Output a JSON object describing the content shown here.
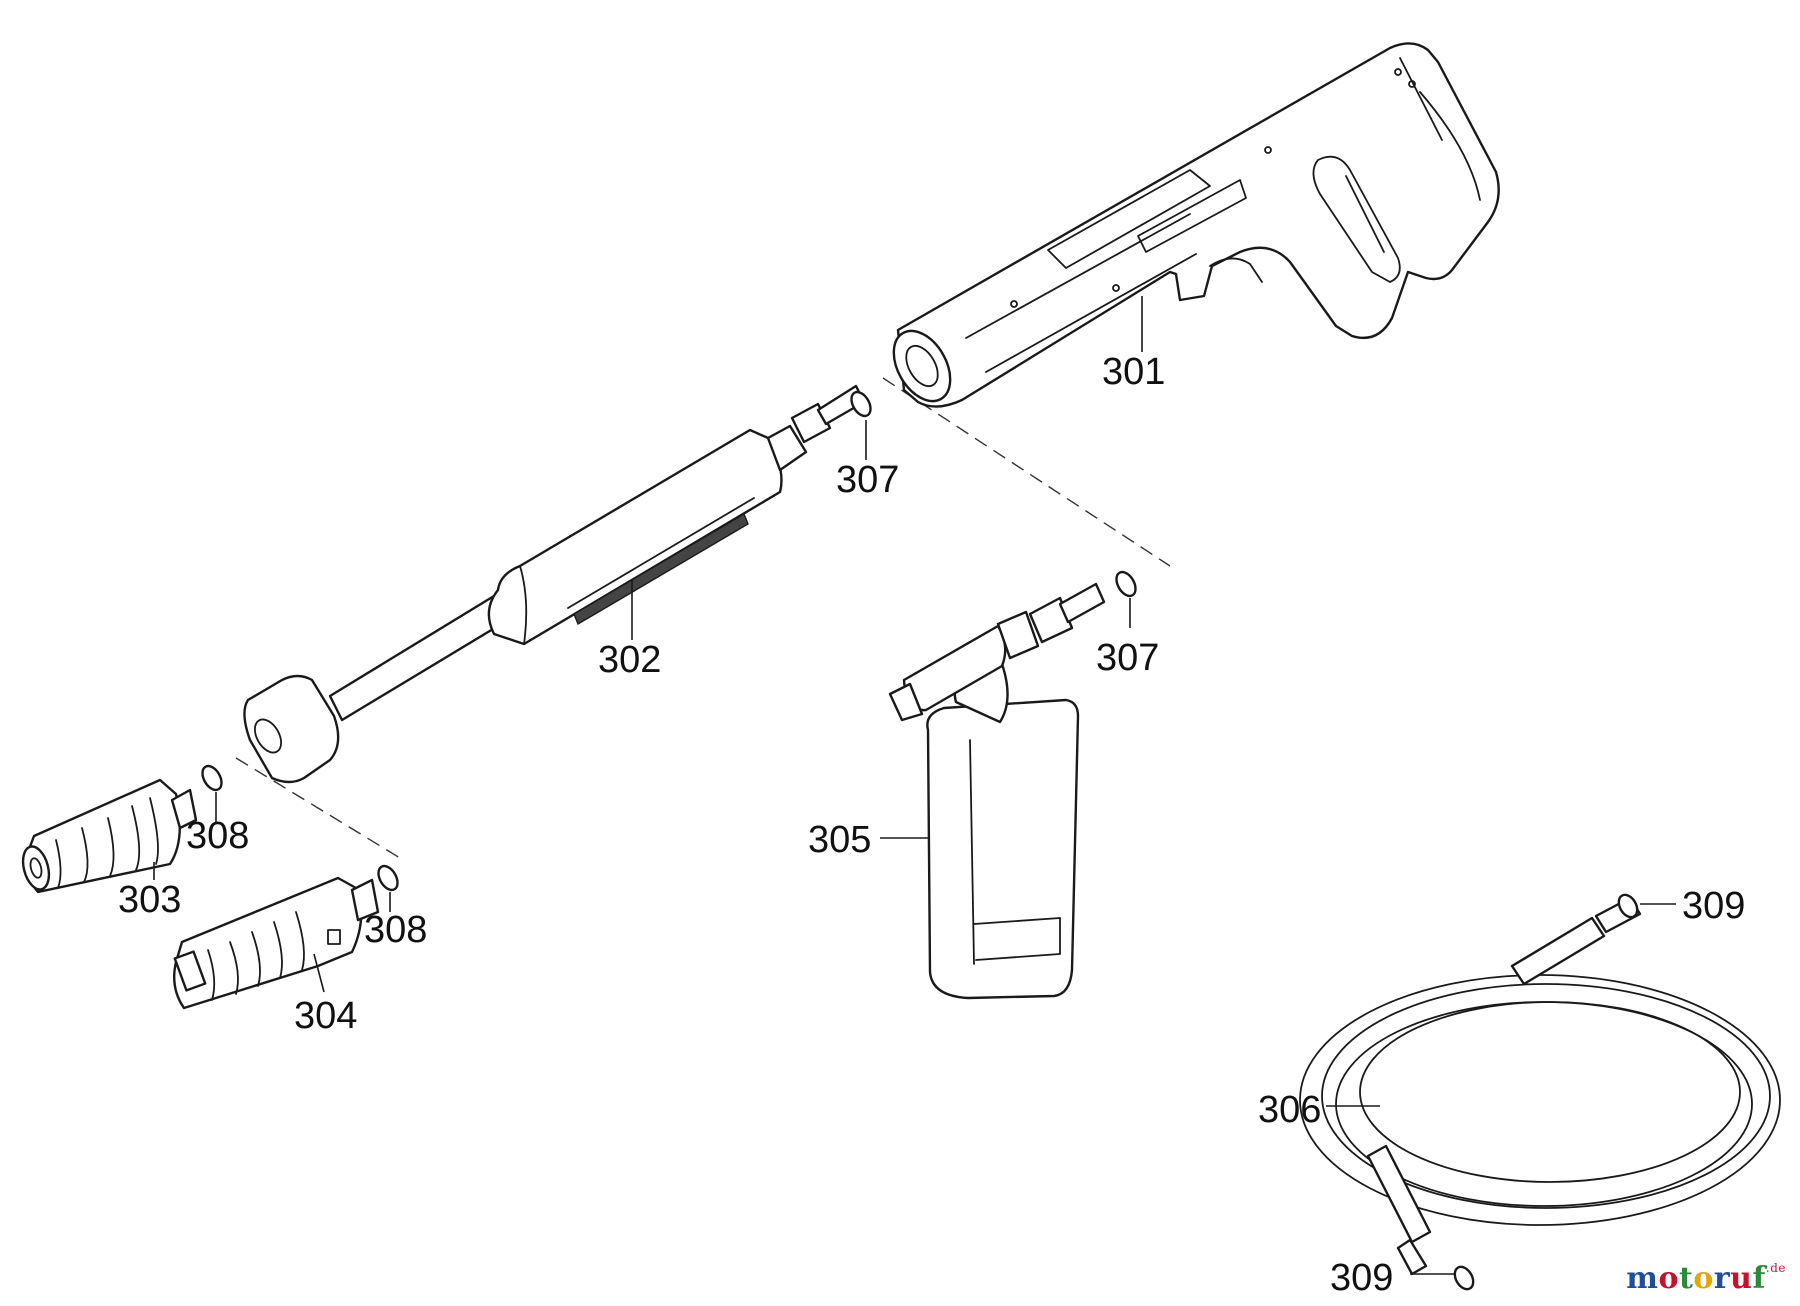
{
  "parts": [
    {
      "id": "301",
      "label": "301",
      "icon": "spray-gun-handle-icon"
    },
    {
      "id": "302",
      "label": "302",
      "icon": "spray-lance-icon"
    },
    {
      "id": "303",
      "label": "303",
      "icon": "rotary-nozzle-icon"
    },
    {
      "id": "304",
      "label": "304",
      "icon": "vario-nozzle-icon"
    },
    {
      "id": "305",
      "label": "305",
      "icon": "detergent-bottle-icon"
    },
    {
      "id": "306",
      "label": "306",
      "icon": "high-pressure-hose-icon"
    },
    {
      "id": "307",
      "label": "307",
      "icon": "o-ring-icon"
    },
    {
      "id": "308",
      "label": "308",
      "icon": "o-ring-icon"
    },
    {
      "id": "309",
      "label": "309",
      "icon": "o-ring-icon"
    }
  ],
  "callouts": {
    "c301": "301",
    "c302": "302",
    "c303": "303",
    "c304": "304",
    "c305": "305",
    "c306": "306",
    "c307a": "307",
    "c307b": "307",
    "c308a": "308",
    "c308b": "308",
    "c309a": "309",
    "c309b": "309"
  },
  "watermark": {
    "letters": [
      "m",
      "o",
      "t",
      "o",
      "r",
      "u",
      "f"
    ],
    "tld": ".de",
    "colors": [
      "#1f4e9c",
      "#c8102e",
      "#2a8a3a",
      "#e0a800",
      "#1f4e9c",
      "#c8102e",
      "#2a8a3a"
    ]
  }
}
